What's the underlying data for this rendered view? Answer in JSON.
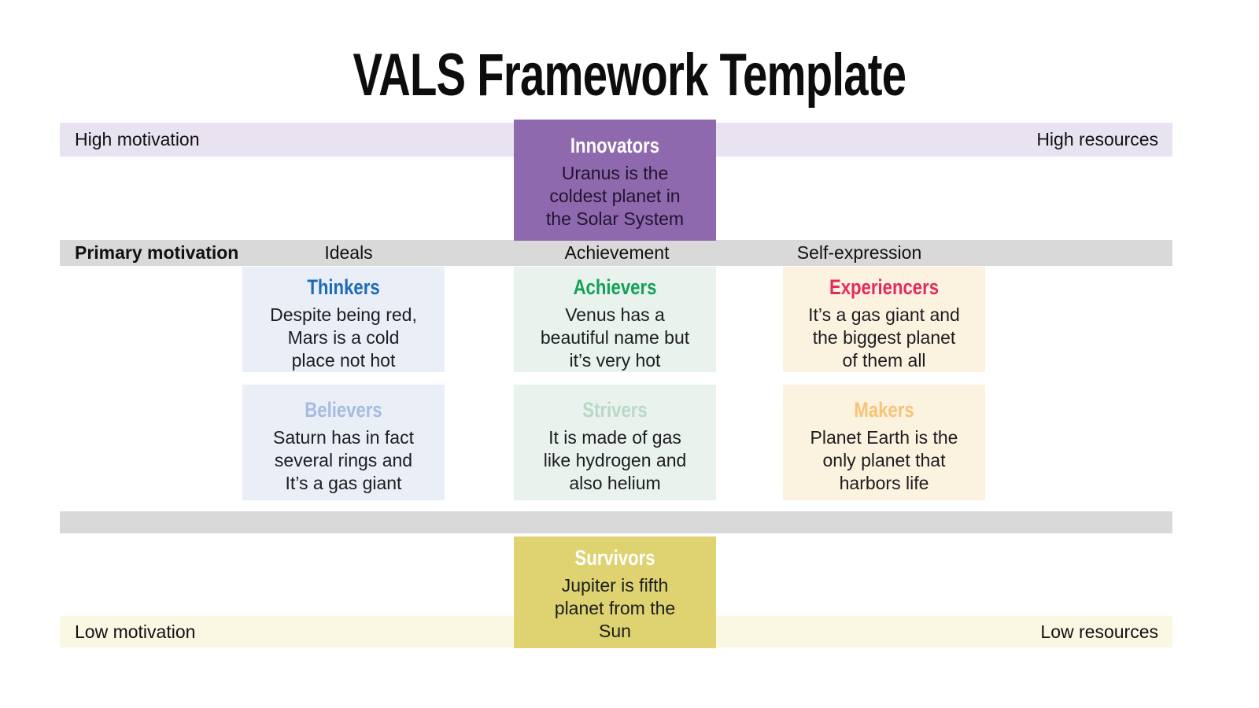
{
  "title": "VALS Framework Template",
  "axes": {
    "top_left": "High motivation",
    "top_right": "High resources",
    "bottom_left": "Low motivation",
    "bottom_right": "Low resources",
    "row_label": "Primary motivation",
    "columns": [
      "Ideals",
      "Achievement",
      "Self-expression"
    ]
  },
  "segments": {
    "innovators": {
      "name": "Innovators",
      "text": "Uranus is the\ncoldest planet in\nthe Solar System"
    },
    "thinkers": {
      "name": "Thinkers",
      "text": "Despite being red,\nMars is a cold\nplace not hot"
    },
    "achievers": {
      "name": "Achievers",
      "text": "Venus has a\nbeautiful name but\nit’s very hot"
    },
    "experiencers": {
      "name": "Experiencers",
      "text": "It’s a gas giant and\nthe biggest planet\nof them all"
    },
    "believers": {
      "name": "Believers",
      "text": "Saturn has in fact\nseveral rings and\nIt’s a gas giant"
    },
    "strivers": {
      "name": "Strivers",
      "text": "It is made of gas\nlike hydrogen and\nalso helium"
    },
    "makers": {
      "name": "Makers",
      "text": "Planet Earth is the\nonly planet that\nharbors life"
    },
    "survivors": {
      "name": "Survivors",
      "text": "Jupiter is fifth\nplanet from the\nSun"
    }
  },
  "colors": {
    "top_bar_bg": "#e8e2f1",
    "bottom_bar_bg": "#faf7e3",
    "divider_bar_bg": "#d9d9d9",
    "innovators_bg": "#8f69ad",
    "survivors_bg": "#ded271",
    "ideals_column_bg": "#e9eef7",
    "achievement_column_bg": "#e9f2ed",
    "self_expression_column_bg": "#fcf2e0",
    "thinkers_accent": "#1c6cb5",
    "achievers_accent": "#13a159",
    "experiencers_accent": "#e42a5d",
    "believers_accent": "#a6bbdf",
    "strivers_accent": "#b7d9c6",
    "makers_accent": "#f6c478",
    "innovators_title": "#ffffff",
    "survivors_title": "#ffffff"
  }
}
